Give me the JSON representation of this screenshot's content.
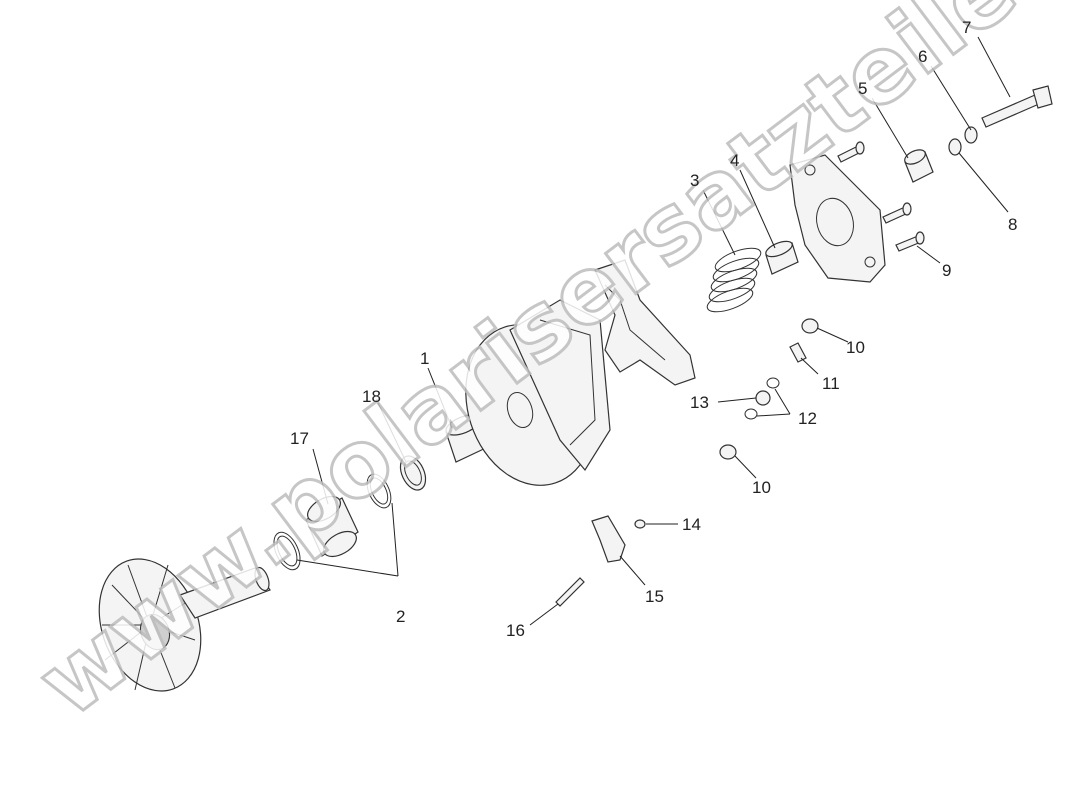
{
  "watermark": {
    "text": "www.polarisersatzteile.de"
  },
  "callouts": {
    "c1": "1",
    "c2": "2",
    "c3": "3",
    "c4": "4",
    "c5": "5",
    "c6": "6",
    "c7": "7",
    "c8": "8",
    "c9": "9",
    "c10a": "10",
    "c10b": "10",
    "c11": "11",
    "c12": "12",
    "c13": "13",
    "c14": "14",
    "c15": "15",
    "c16": "16",
    "c17": "17",
    "c18": "18"
  }
}
